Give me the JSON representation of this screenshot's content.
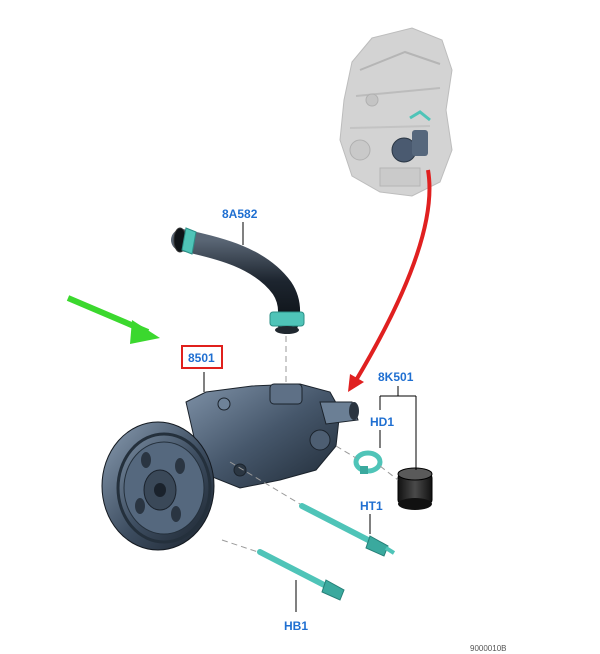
{
  "callouts": {
    "hose": "8A582",
    "pump": "8501",
    "kit": "8K501",
    "clamp": "HD1",
    "upper_bolt": "HT1",
    "lower_bolt": "HB1"
  },
  "doc_ref": "9000010B",
  "colors": {
    "label": "#1f6fd1",
    "pump_body": "#3b4a5c",
    "hose": "#1c2430",
    "fitting": "#4fc4b8",
    "red_arrow": "#e02020",
    "green_arrow": "#3bd82e",
    "highlight_box": "#e0201c"
  }
}
